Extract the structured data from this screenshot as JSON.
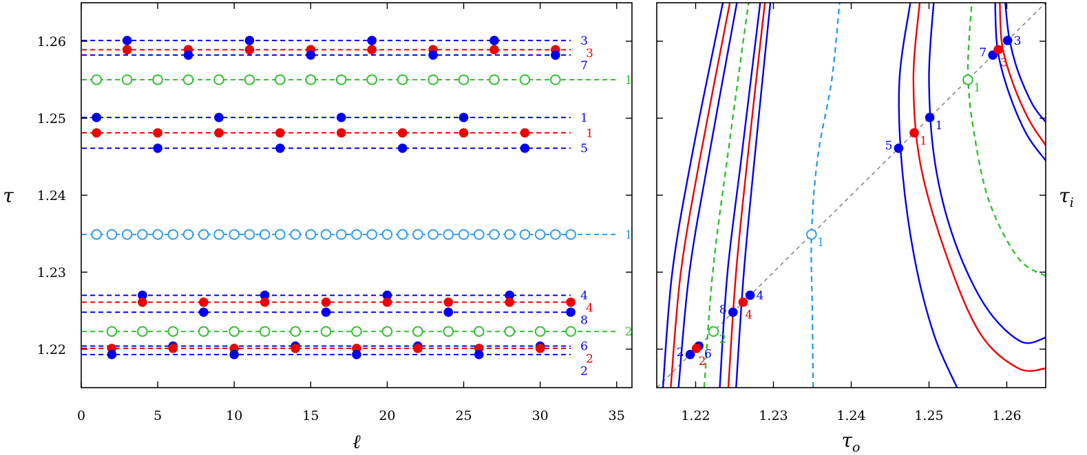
{
  "chart_data": [
    {
      "type": "scatter",
      "xlabel": "ℓ",
      "ylabel": "τ",
      "xlim": [
        0,
        36
      ],
      "ylim": [
        1.215,
        1.265
      ],
      "xticks": [
        "0",
        "5",
        "10",
        "15",
        "20",
        "25",
        "30",
        "35"
      ],
      "yticks": [
        "1.22",
        "1.23",
        "1.24",
        "1.25",
        "1.26"
      ],
      "grid": false,
      "series": [
        {
          "label": "3",
          "color": "#0000ee",
          "style": "filled",
          "y": 1.2601,
          "x": [
            3,
            11,
            19,
            27
          ]
        },
        {
          "label": "3",
          "color": "#ee0000",
          "style": "filled",
          "y": 1.2589,
          "x": [
            3,
            7,
            11,
            15,
            19,
            23,
            27,
            31
          ]
        },
        {
          "label": "7",
          "color": "#0000ee",
          "style": "filled",
          "y": 1.2582,
          "x": [
            7,
            15,
            23,
            31
          ]
        },
        {
          "label": "1",
          "color": "#2ec12e",
          "style": "open",
          "y": 1.255,
          "x": [
            1,
            3,
            5,
            7,
            9,
            11,
            13,
            15,
            17,
            19,
            21,
            23,
            25,
            27,
            29,
            31
          ]
        },
        {
          "label": "1",
          "color": "#0000ee",
          "style": "filled",
          "y": 1.2501,
          "x": [
            1,
            9,
            17,
            25
          ]
        },
        {
          "label": "1",
          "color": "#ee0000",
          "style": "filled",
          "y": 1.2481,
          "x": [
            1,
            5,
            9,
            13,
            17,
            21,
            25,
            29
          ]
        },
        {
          "label": "5",
          "color": "#0000ee",
          "style": "filled",
          "y": 1.2461,
          "x": [
            5,
            13,
            21,
            29
          ]
        },
        {
          "label": "1",
          "color": "#2c9cf0",
          "style": "open",
          "y": 1.2349,
          "x": [
            1,
            2,
            3,
            4,
            5,
            6,
            7,
            8,
            9,
            10,
            11,
            12,
            13,
            14,
            15,
            16,
            17,
            18,
            19,
            20,
            21,
            22,
            23,
            24,
            25,
            26,
            27,
            28,
            29,
            30,
            31,
            32
          ]
        },
        {
          "label": "4",
          "color": "#0000ee",
          "style": "filled",
          "y": 1.227,
          "x": [
            4,
            12,
            20,
            28
          ]
        },
        {
          "label": "4",
          "color": "#ee0000",
          "style": "filled",
          "y": 1.2261,
          "x": [
            4,
            8,
            12,
            16,
            20,
            24,
            28,
            32
          ]
        },
        {
          "label": "8",
          "color": "#0000ee",
          "style": "filled",
          "y": 1.2248,
          "x": [
            8,
            16,
            24,
            32
          ]
        },
        {
          "label": "2",
          "color": "#2ec12e",
          "style": "open",
          "y": 1.2223,
          "x": [
            2,
            4,
            6,
            8,
            10,
            12,
            14,
            16,
            18,
            20,
            22,
            24,
            26,
            28,
            30,
            32
          ]
        },
        {
          "label": "6",
          "color": "#0000ee",
          "style": "filled",
          "y": 1.2204,
          "x": [
            6,
            14,
            22,
            30
          ]
        },
        {
          "label": "2",
          "color": "#ee0000",
          "style": "filled",
          "y": 1.2201,
          "x": [
            2,
            6,
            10,
            14,
            18,
            22,
            26,
            30
          ]
        },
        {
          "label": "2",
          "color": "#0000ee",
          "style": "filled",
          "y": 1.2193,
          "x": [
            2,
            10,
            18,
            26
          ]
        }
      ]
    },
    {
      "type": "line",
      "xlabel": "τo",
      "ylabel": "τi",
      "xlim": [
        1.215,
        1.265
      ],
      "ylim": [
        1.215,
        1.265
      ],
      "xticks": [
        "1.22",
        "1.23",
        "1.24",
        "1.25",
        "1.26"
      ],
      "grid": false,
      "diagonal": {
        "color": "#888888",
        "style": "dashed"
      },
      "fixed_points": [
        {
          "label": "2",
          "x": 1.2193,
          "color": "#0000ee",
          "style": "filled",
          "label_side": "left"
        },
        {
          "label": "6",
          "x": 1.2204,
          "color": "#0000ee",
          "style": "filled",
          "label_side": "right-down"
        },
        {
          "label": "2",
          "x": 1.2201,
          "color": "#ee0000",
          "style": "filled",
          "label_side": "down"
        },
        {
          "label": "2",
          "x": 1.2223,
          "color": "#2ec12e",
          "style": "open",
          "label_side": "right-down"
        },
        {
          "label": "8",
          "x": 1.2248,
          "color": "#0000ee",
          "style": "filled",
          "label_side": "left"
        },
        {
          "label": "4",
          "x": 1.2261,
          "color": "#ee0000",
          "style": "filled",
          "label_side": "down"
        },
        {
          "label": "4",
          "x": 1.227,
          "color": "#0000ee",
          "style": "filled",
          "label_side": "right"
        },
        {
          "label": "1",
          "x": 1.2349,
          "color": "#2c9cf0",
          "style": "open",
          "label_side": "right-down"
        },
        {
          "label": "5",
          "x": 1.2461,
          "color": "#0000ee",
          "style": "filled",
          "label_side": "left"
        },
        {
          "label": "1",
          "x": 1.2481,
          "color": "#ee0000",
          "style": "filled",
          "label_side": "right-down"
        },
        {
          "label": "1",
          "x": 1.2501,
          "color": "#0000ee",
          "style": "filled",
          "label_side": "right-down"
        },
        {
          "label": "1",
          "x": 1.255,
          "color": "#2ec12e",
          "style": "open",
          "label_side": "right-down"
        },
        {
          "label": "7",
          "x": 1.2582,
          "color": "#0000ee",
          "style": "filled",
          "label_side": "left"
        },
        {
          "label": "3",
          "x": 1.2589,
          "color": "#ee0000",
          "style": "filled",
          "label_side": "down"
        },
        {
          "label": "3",
          "x": 1.2601,
          "color": "#0000ee",
          "style": "filled",
          "label_side": "right"
        }
      ],
      "curves": [
        {
          "color": "#0000ee",
          "style": "solid",
          "points": [
            [
              1.2158,
              1.215
            ],
            [
              1.217,
              1.23
            ],
            [
              1.2195,
              1.245
            ],
            [
              1.2235,
              1.265
            ]
          ]
        },
        {
          "color": "#ee0000",
          "style": "solid",
          "points": [
            [
              1.2168,
              1.215
            ],
            [
              1.2181,
              1.23
            ],
            [
              1.2206,
              1.245
            ],
            [
              1.2244,
              1.265
            ]
          ]
        },
        {
          "color": "#0000ee",
          "style": "solid",
          "points": [
            [
              1.2178,
              1.215
            ],
            [
              1.2192,
              1.23
            ],
            [
              1.2217,
              1.245
            ],
            [
              1.2253,
              1.265
            ]
          ]
        },
        {
          "color": "#2ec12e",
          "style": "dashed",
          "points": [
            [
              1.2211,
              1.215
            ],
            [
              1.2222,
              1.23
            ],
            [
              1.2241,
              1.245
            ],
            [
              1.2268,
              1.265
            ]
          ]
        },
        {
          "color": "#0000ee",
          "style": "solid",
          "points": [
            [
              1.2231,
              1.215
            ],
            [
              1.2241,
              1.23
            ],
            [
              1.2259,
              1.245
            ],
            [
              1.2283,
              1.265
            ]
          ]
        },
        {
          "color": "#ee0000",
          "style": "solid",
          "points": [
            [
              1.2242,
              1.215
            ],
            [
              1.2252,
              1.23
            ],
            [
              1.2267,
              1.245
            ],
            [
              1.2289,
              1.265
            ]
          ]
        },
        {
          "color": "#0000ee",
          "style": "solid",
          "points": [
            [
              1.2252,
              1.215
            ],
            [
              1.2262,
              1.23
            ],
            [
              1.2276,
              1.245
            ],
            [
              1.2296,
              1.265
            ]
          ]
        },
        {
          "color": "#2c9cf0",
          "style": "dashed",
          "points": [
            [
              1.2351,
              1.215
            ],
            [
              1.235,
              1.225
            ],
            [
              1.2349,
              1.235
            ],
            [
              1.2357,
              1.245
            ],
            [
              1.2375,
              1.255
            ],
            [
              1.2385,
              1.265
            ]
          ]
        },
        {
          "color": "#0000ee",
          "style": "solid",
          "points": [
            [
              1.2536,
              1.215
            ],
            [
              1.2506,
              1.222
            ],
            [
              1.2481,
              1.232
            ],
            [
              1.2465,
              1.244
            ],
            [
              1.2462,
              1.255
            ],
            [
              1.2476,
              1.265
            ]
          ]
        },
        {
          "color": "#ee0000",
          "style": "solid",
          "points": [
            [
              1.265,
              1.2175
            ],
            [
              1.2615,
              1.2175
            ],
            [
              1.2566,
              1.222
            ],
            [
              1.2523,
              1.232
            ],
            [
              1.2489,
              1.244
            ],
            [
              1.248,
              1.255
            ],
            [
              1.2488,
              1.265
            ]
          ]
        },
        {
          "color": "#0000ee",
          "style": "solid",
          "points": [
            [
              1.265,
              1.2215
            ],
            [
              1.2618,
              1.221
            ],
            [
              1.2573,
              1.2255
            ],
            [
              1.2533,
              1.234
            ],
            [
              1.2508,
              1.244
            ],
            [
              1.25,
              1.255
            ],
            [
              1.2506,
              1.265
            ]
          ]
        },
        {
          "color": "#2ec12e",
          "style": "dashed",
          "points": [
            [
              1.265,
              1.2295
            ],
            [
              1.2615,
              1.2318
            ],
            [
              1.2578,
              1.239
            ],
            [
              1.2558,
              1.248
            ],
            [
              1.255,
              1.256
            ],
            [
              1.2555,
              1.265
            ]
          ]
        },
        {
          "color": "#0000ee",
          "style": "solid",
          "points": [
            [
              1.265,
              1.2445
            ],
            [
              1.2625,
              1.248
            ],
            [
              1.2602,
              1.2535
            ],
            [
              1.2588,
              1.259
            ],
            [
              1.2585,
              1.265
            ]
          ]
        },
        {
          "color": "#ee0000",
          "style": "solid",
          "points": [
            [
              1.265,
              1.2465
            ],
            [
              1.2629,
              1.2497
            ],
            [
              1.2608,
              1.2545
            ],
            [
              1.2594,
              1.2595
            ],
            [
              1.2591,
              1.265
            ]
          ]
        },
        {
          "color": "#0000ee",
          "style": "solid",
          "points": [
            [
              1.265,
              1.2495
            ],
            [
              1.2633,
              1.2518
            ],
            [
              1.2614,
              1.2562
            ],
            [
              1.2603,
              1.2605
            ],
            [
              1.2598,
              1.265
            ]
          ]
        }
      ]
    }
  ]
}
